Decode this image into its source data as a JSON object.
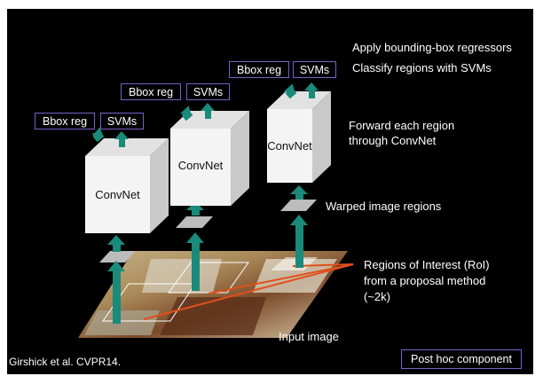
{
  "top_notes": {
    "line1": "Apply bounding-box regressors",
    "line2": "Classify regions with SVMs"
  },
  "columns": [
    {
      "bbox_label": "Bbox reg",
      "svm_label": "SVMs",
      "convnet_label": "ConvNet"
    },
    {
      "bbox_label": "Bbox reg",
      "svm_label": "SVMs",
      "convnet_label": "ConvNet"
    },
    {
      "bbox_label": "Bbox reg",
      "svm_label": "SVMs",
      "convnet_label": "ConvNet"
    }
  ],
  "annotations": {
    "forward_line1": "Forward each region",
    "forward_line2": "through ConvNet",
    "warped": "Warped image regions",
    "roi_line1": "Regions of Interest (RoI)",
    "roi_line2": "from a proposal method",
    "roi_line3": "(~2k)",
    "input_image": "Input image"
  },
  "footer": {
    "citation": "Girshick et al. CVPR14.",
    "post_hoc": "Post hoc component"
  },
  "colors": {
    "arrow": "#1a8a7a",
    "tag_border": "#7b5fc7",
    "roi_line": "#e0501c",
    "cube_front": "#f4f4f4",
    "cube_side": "#c9c9c9",
    "cube_top": "#e2e2e2",
    "warp_patch": "#bcbcbc"
  }
}
